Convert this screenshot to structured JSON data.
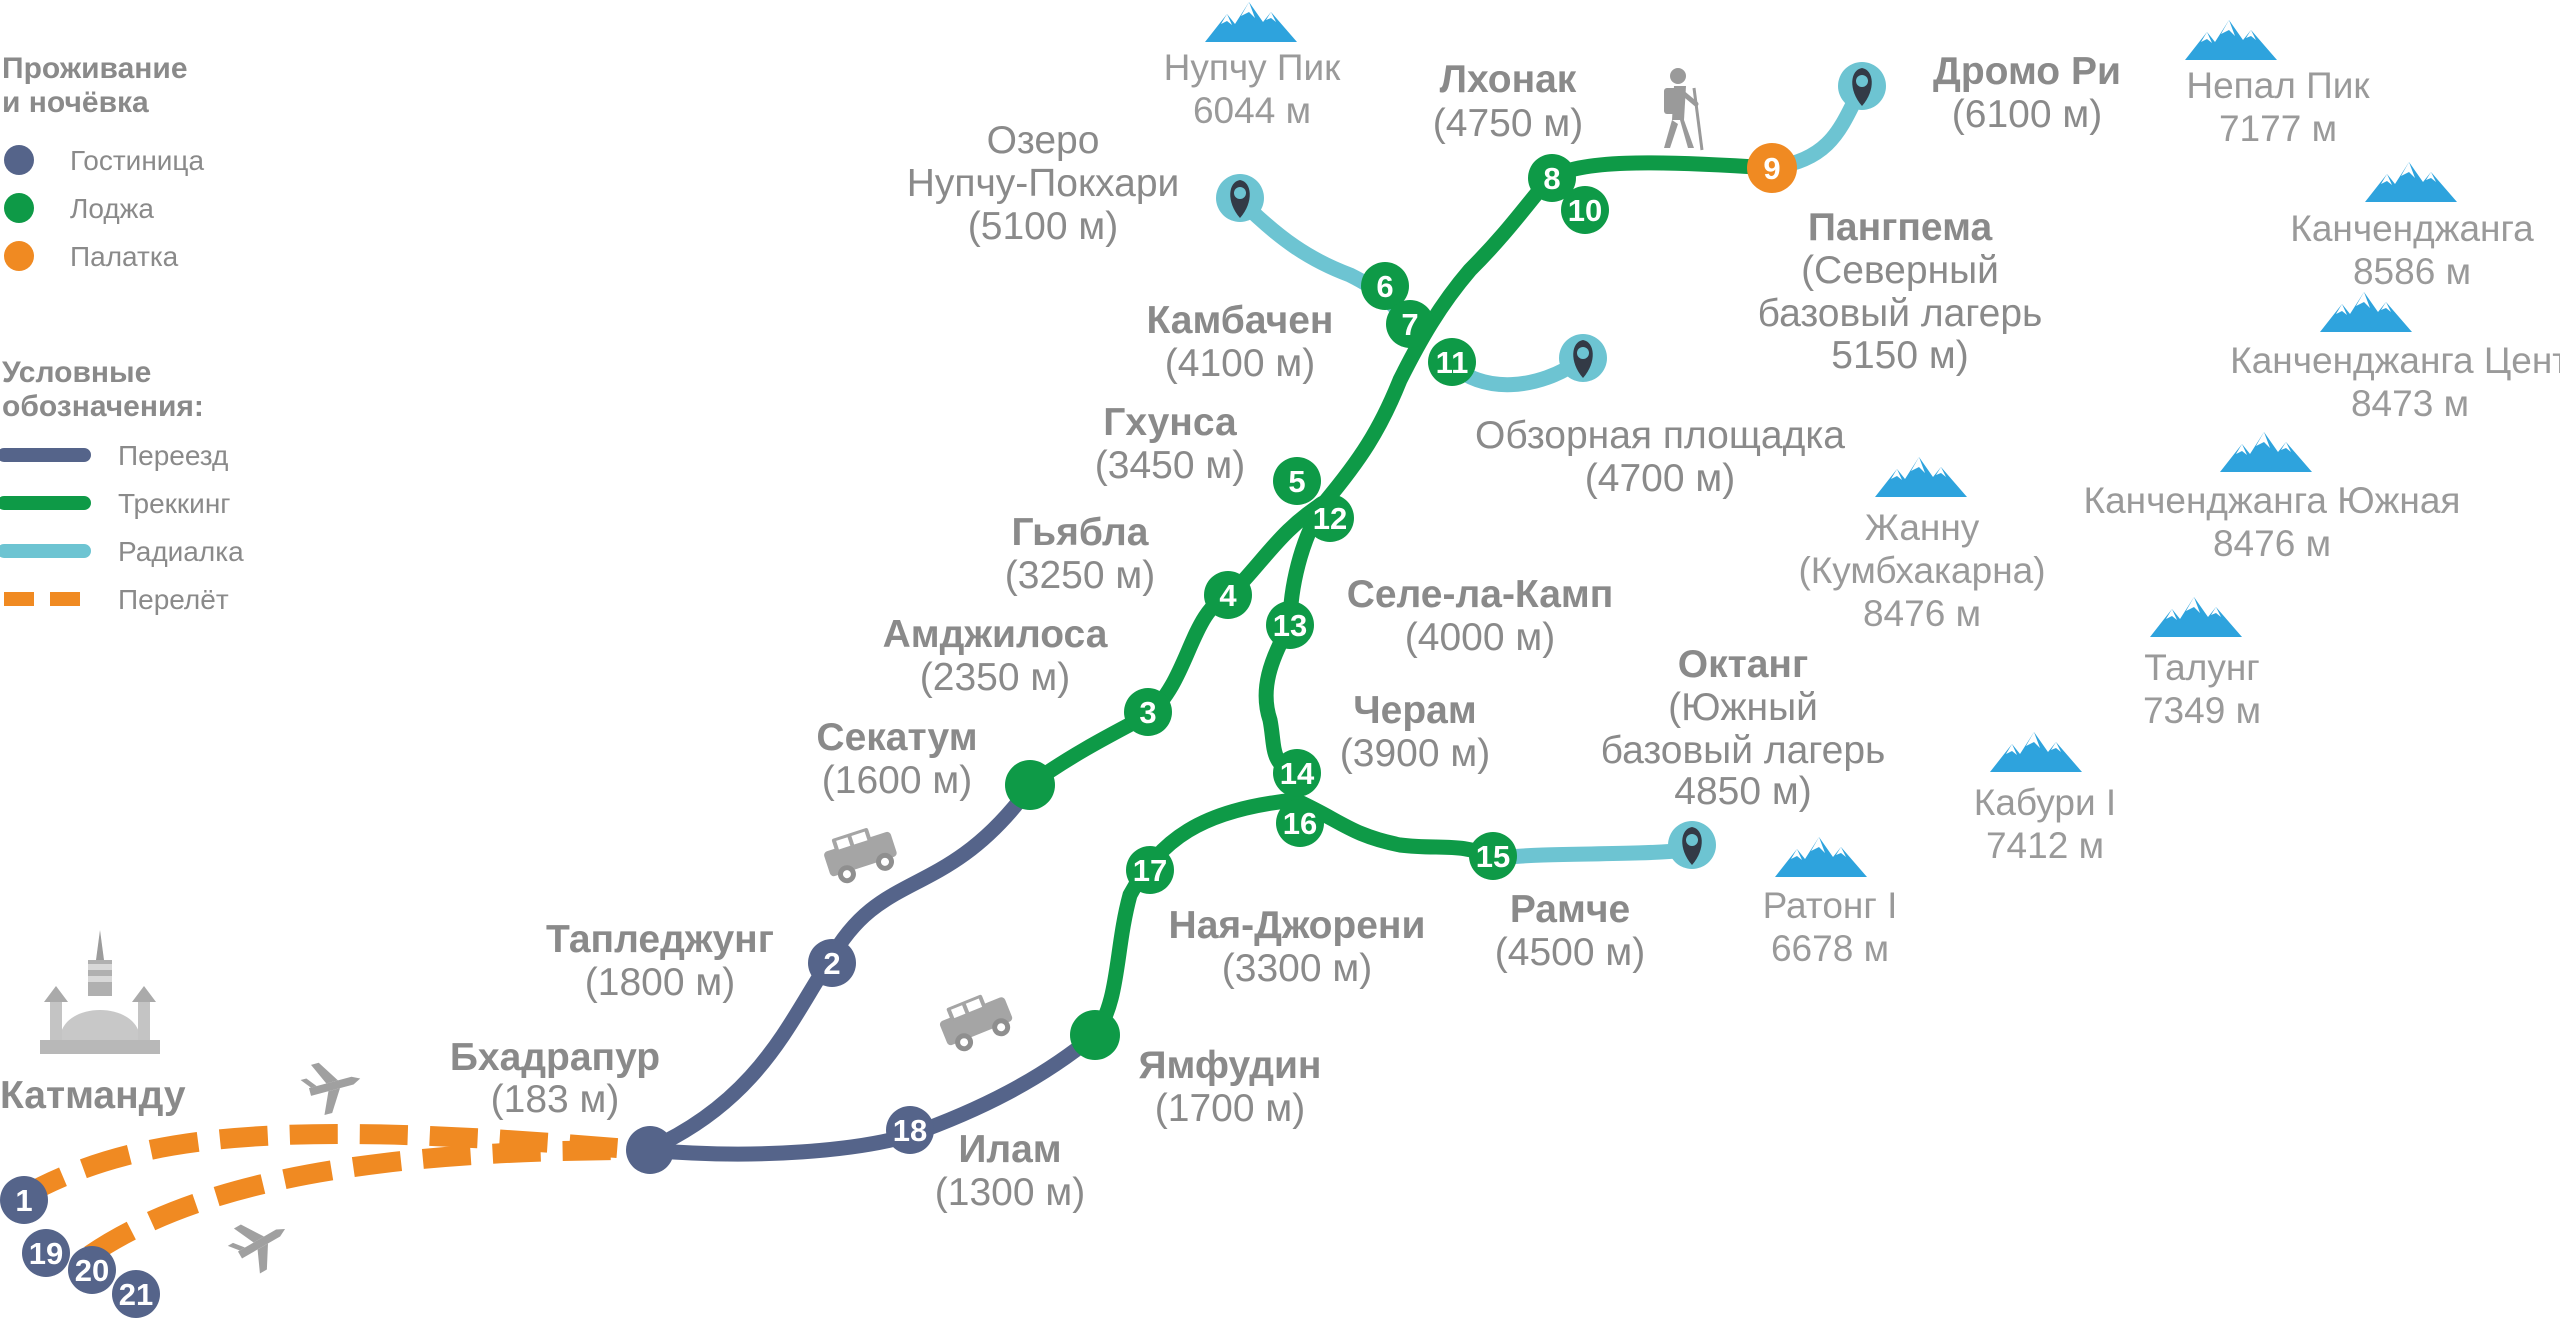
{
  "legend": {
    "stay_title": [
      "Проживание",
      "и ночёвка"
    ],
    "stay_items": [
      {
        "label": "Гостиница",
        "color": "#55648a"
      },
      {
        "label": "Лоджа",
        "color": "#0e9a47"
      },
      {
        "label": "Палатка",
        "color": "#f08a22"
      }
    ],
    "lines_title": [
      "Условные",
      "обозначения:"
    ],
    "line_items": [
      {
        "label": "Переезд",
        "color": "#55648a",
        "style": "solid"
      },
      {
        "label": "Треккинг",
        "color": "#0e9a47",
        "style": "solid"
      },
      {
        "label": "Радиалка",
        "color": "#6dc4d2",
        "style": "solid"
      },
      {
        "label": "Перелёт",
        "color": "#f08a22",
        "style": "dashed"
      }
    ]
  },
  "places": {
    "kathmandu": "Катманду",
    "bhadrapur": {
      "name": "Бхадрапур",
      "elev": "(183 м)"
    },
    "taplejung": {
      "name": "Тапледжунг",
      "elev": "(1800 м)"
    },
    "sekatum": {
      "name": "Секатум",
      "elev": "(1600 м)"
    },
    "amjilosa": {
      "name": "Амджилоса",
      "elev": "(2350 м)"
    },
    "gyabla": {
      "name": "Гьябла",
      "elev": "(3250 м)"
    },
    "ghunsa": {
      "name": "Гхунса",
      "elev": "(3450 м)"
    },
    "kambachen": {
      "name": "Камбачен",
      "elev": "(4100 м)"
    },
    "lhonak": {
      "name": "Лхонак",
      "elev": "(4750 м)"
    },
    "dromo": {
      "name": "Дромо Ри",
      "elev": "(6100 м)"
    },
    "pangpema": {
      "lines": [
        "Пангпема",
        "(Северный",
        "базовый лагерь",
        "5150 м)"
      ]
    },
    "lake": {
      "lines": [
        "Озеро",
        "Нупчу-Покхари",
        "(5100 м)"
      ]
    },
    "viewpoint": {
      "name": "Обзорная площадка",
      "elev": "(4700 м)"
    },
    "selela": {
      "name": "Селе-ла-Камп",
      "elev": "(4000 м)"
    },
    "cheram": {
      "name": "Черам",
      "elev": "(3900 м)"
    },
    "oktang": {
      "lines": [
        "Октанг",
        "(Южный",
        "базовый лагерь",
        "4850 м)"
      ]
    },
    "ramche": {
      "name": "Рамче",
      "elev": "(4500 м)"
    },
    "nayajoreni": {
      "name": "Ная-Джорени",
      "elev": "(3300 м)"
    },
    "yamphudin": {
      "name": "Ямфудин",
      "elev": "(1700 м)"
    },
    "ilam": {
      "name": "Илам",
      "elev": "(1300 м)"
    }
  },
  "peaks": [
    {
      "name": "Нупчу Пик",
      "elev": "6044 м"
    },
    {
      "name": "Непал Пик",
      "elev": "7177 м"
    },
    {
      "name": "Канченджанга",
      "elev": "8586 м"
    },
    {
      "name": "Канченджанга Центр",
      "elev": "8473 м"
    },
    {
      "name": "Канченджанга Южная",
      "elev": "8476 м"
    },
    {
      "name": "Жанну",
      "elev": "(Кумбхакарна)",
      "elev2": "8476 м"
    },
    {
      "name": "Талунг",
      "elev": "7349 м"
    },
    {
      "name": "Кабури I",
      "elev": "7412 м"
    },
    {
      "name": "Ратонг I",
      "elev": "6678 м"
    }
  ],
  "nodes": [
    "1",
    "2",
    "3",
    "4",
    "5",
    "6",
    "7",
    "8",
    "9",
    "10",
    "11",
    "12",
    "13",
    "14",
    "15",
    "16",
    "17",
    "18",
    "19",
    "20",
    "21"
  ],
  "colors": {
    "hotel": "#55648a",
    "lodge": "#0e9a47",
    "tent": "#f08a22",
    "radial": "#6dc4d2",
    "label": "#8a8a8a",
    "peak": "#2ea3dd"
  }
}
